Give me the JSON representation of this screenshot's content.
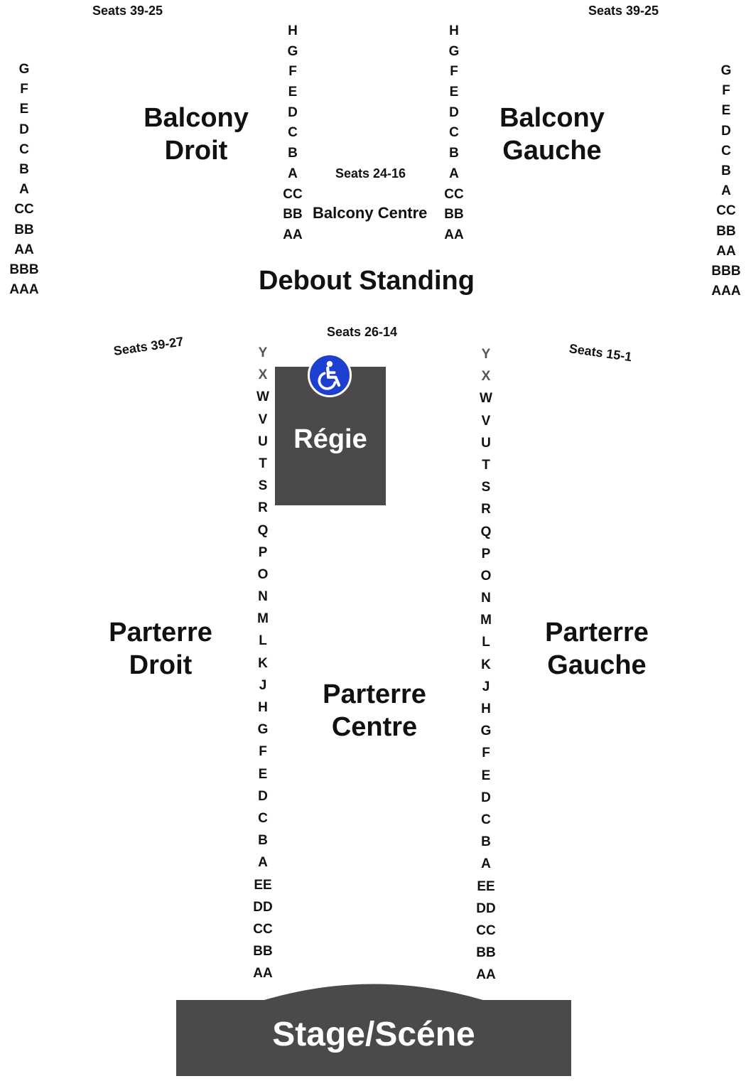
{
  "balcony": {
    "droit": {
      "seats": "Seats 39-25",
      "name_line1": "Balcony",
      "name_line2": "Droit",
      "rows": [
        "G",
        "F",
        "E",
        "D",
        "C",
        "B",
        "A",
        "CC",
        "BB",
        "AA",
        "BBB",
        "AAA"
      ]
    },
    "gauche": {
      "seats": "Seats 39-25",
      "name_line1": "Balcony",
      "name_line2": "Gauche",
      "rows": [
        "G",
        "F",
        "E",
        "D",
        "C",
        "B",
        "A",
        "CC",
        "BB",
        "AA",
        "BBB",
        "AAA"
      ]
    },
    "centre": {
      "seats": "Seats 24-16",
      "name": "Balcony Centre",
      "rows_left": [
        "H",
        "G",
        "F",
        "E",
        "D",
        "C",
        "B",
        "A",
        "CC",
        "BB",
        "AA"
      ],
      "rows_right": [
        "H",
        "G",
        "F",
        "E",
        "D",
        "C",
        "B",
        "A",
        "CC",
        "BB",
        "AA"
      ]
    }
  },
  "standing": "Debout Standing",
  "parterre": {
    "droit": {
      "seats": "Seats 39-27",
      "name_line1": "Parterre",
      "name_line2": "Droit"
    },
    "centre": {
      "seats": "Seats 26-14",
      "name_line1": "Parterre",
      "name_line2": "Centre"
    },
    "gauche": {
      "seats": "Seats 15-1",
      "name_line1": "Parterre",
      "name_line2": "Gauche"
    },
    "rows": [
      "Y",
      "X",
      "W",
      "V",
      "U",
      "T",
      "S",
      "R",
      "Q",
      "P",
      "O",
      "N",
      "M",
      "L",
      "K",
      "J",
      "H",
      "G",
      "F",
      "E",
      "D",
      "C",
      "B",
      "A",
      "EE",
      "DD",
      "CC",
      "BB",
      "AA"
    ]
  },
  "regie": "Régie",
  "stage": "Stage/Scéne",
  "icons": {
    "accessibility": "wheelchair-icon"
  },
  "colors": {
    "block": "#4a4a4a",
    "accessible": "#1e3fd0",
    "text": "#111111"
  }
}
